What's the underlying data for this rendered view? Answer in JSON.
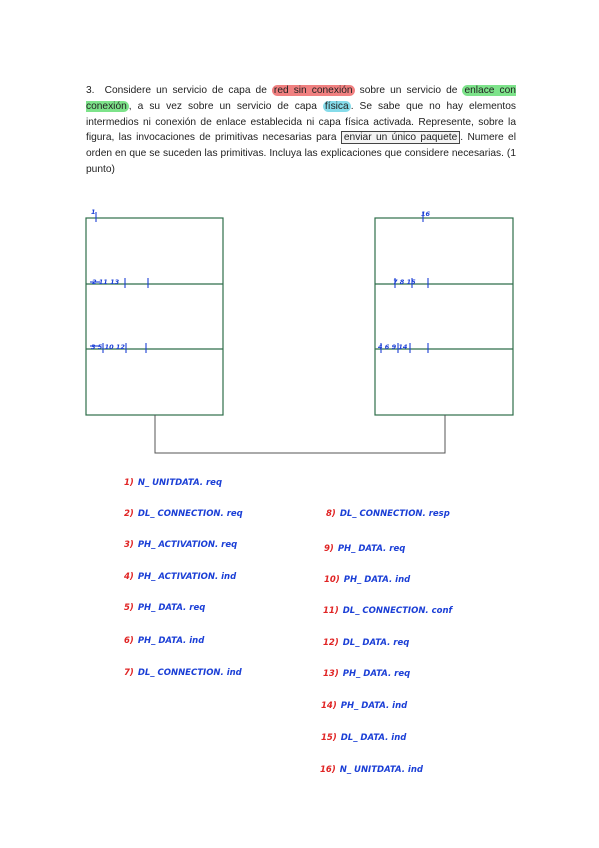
{
  "question": {
    "number": "3.",
    "p1": "Considere un servicio de capa de",
    "hl1": "red sin conexión",
    "p2": "sobre un servicio de",
    "hl2": "enlace con conexión",
    "p3": ", a su vez sobre un servicio de capa",
    "hl3": "física",
    "p4": ". Se sabe que no hay elementos intermedios ni conexión de enlace establecida ni capa física activada. Represente, sobre la figura, las invocaciones de primitivas necesarias para",
    "boxed": "enviar un único paquete",
    "p5": ". Numere el orden en que se suceden las primitivas. Incluya las explicaciones que considere necesarias. (1 punto)"
  },
  "left_marks": {
    "network": "1",
    "link": "2   11  13",
    "physical": "3  5  10  12"
  },
  "right_marks": {
    "network": "16",
    "link": "7  8  15",
    "physical": "4  6  9  14"
  },
  "primitives_left": [
    {
      "num": "1)",
      "name": "N_ UNITDATA. req"
    },
    {
      "num": "2)",
      "name": "DL_ CONNECTION. req"
    },
    {
      "num": "3)",
      "name": "PH_ ACTIVATION. req"
    },
    {
      "num": "4)",
      "name": "PH_ ACTIVATION. ind"
    },
    {
      "num": "5)",
      "name": "PH_ DATA. req"
    },
    {
      "num": "6)",
      "name": "PH_ DATA. ind"
    },
    {
      "num": "7)",
      "name": "DL_ CONNECTION. ind"
    }
  ],
  "primitives_right": [
    {
      "num": "8)",
      "name": "DL_ CONNECTION. resp"
    },
    {
      "num": "9)",
      "name": "PH_ DATA. req"
    },
    {
      "num": "10)",
      "name": "PH_ DATA. ind"
    },
    {
      "num": "11)",
      "name": "DL_ CONNECTION. conf"
    },
    {
      "num": "12)",
      "name": "DL_ DATA. req"
    },
    {
      "num": "13)",
      "name": "PH_ DATA. req"
    },
    {
      "num": "14)",
      "name": "PH_ DATA. ind"
    },
    {
      "num": "15)",
      "name": "DL_ DATA. ind"
    },
    {
      "num": "16)",
      "name": "N_ UNITDATA. ind"
    }
  ],
  "colors": {
    "box_stroke": "#2e6e4a",
    "handwriting_num": "#e02424",
    "handwriting_text": "#1b3fd6"
  }
}
